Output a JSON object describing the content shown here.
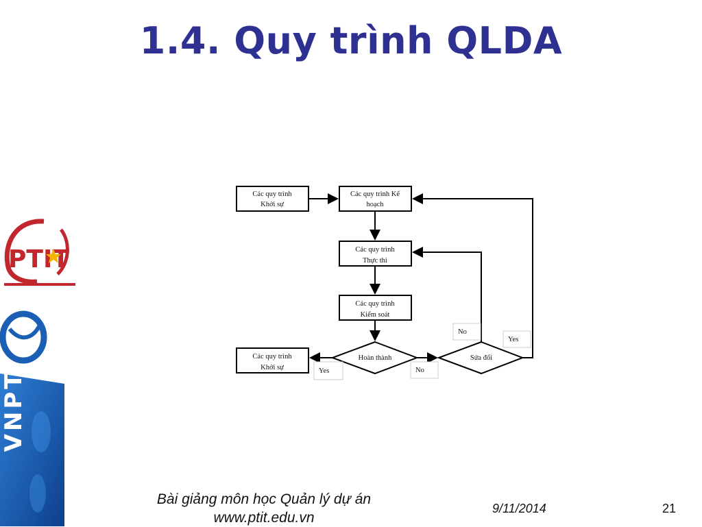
{
  "slide": {
    "title": "1.4. Quy trình QLDA",
    "footer_line1": "Bài giảng môn học Quản lý dự án",
    "footer_line2": "www.ptit.edu.vn",
    "date": "9/11/2014",
    "page_number": "21"
  },
  "logos": {
    "ptit_text": "PTIT",
    "vnpt_text": "VNPT"
  },
  "diagram": {
    "boxes": {
      "initiating_1": "Các quy trình",
      "initiating_2": "Khởi sự",
      "planning_1": "Các quy trình Kế",
      "planning_2": "hoạch",
      "executing_1": "Các quy trình",
      "executing_2": "Thực thi",
      "controlling_1": "Các quy trình",
      "controlling_2": "Kiểm soát",
      "closing_1": "Các quy trình",
      "closing_2": "Khởi sự"
    },
    "decisions": {
      "complete": "Hoàn thành",
      "change": "Sửa đổi"
    },
    "edge_labels": {
      "complete_yes": "Yes",
      "complete_no": "No",
      "change_no": "No",
      "change_yes": "Yes"
    }
  },
  "colors": {
    "title": "#2e3192",
    "ptit_red": "#c1272d",
    "vnpt_blue": "#1b5fb4"
  }
}
